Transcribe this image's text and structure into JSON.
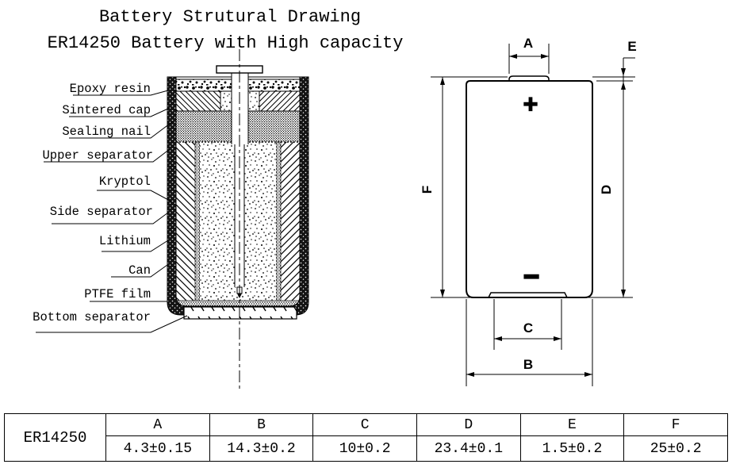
{
  "title": {
    "line1": "Battery Strutural Drawing",
    "line2": "ER14250 Battery with High capacity"
  },
  "cross_section": {
    "part_labels": [
      "Epoxy resin",
      "Sintered cap",
      "Sealing nail",
      "Upper separator",
      "Kryptol",
      "Side separator",
      "Lithium",
      "Can",
      "PTFE film",
      "Bottom separator"
    ]
  },
  "dimension_figure": {
    "labels": [
      "A",
      "B",
      "C",
      "D",
      "E",
      "F"
    ],
    "positive_terminal": "+",
    "negative_terminal": "−"
  },
  "table": {
    "row_label": "ER14250",
    "columns": [
      "A",
      "B",
      "C",
      "D",
      "E",
      "F"
    ],
    "values": [
      "4.3±0.15",
      "14.3±0.2",
      "10±0.2",
      "23.4±0.1",
      "1.5±0.2",
      "25±0.2"
    ]
  },
  "colors": {
    "ink": "#000000",
    "background": "#ffffff"
  }
}
